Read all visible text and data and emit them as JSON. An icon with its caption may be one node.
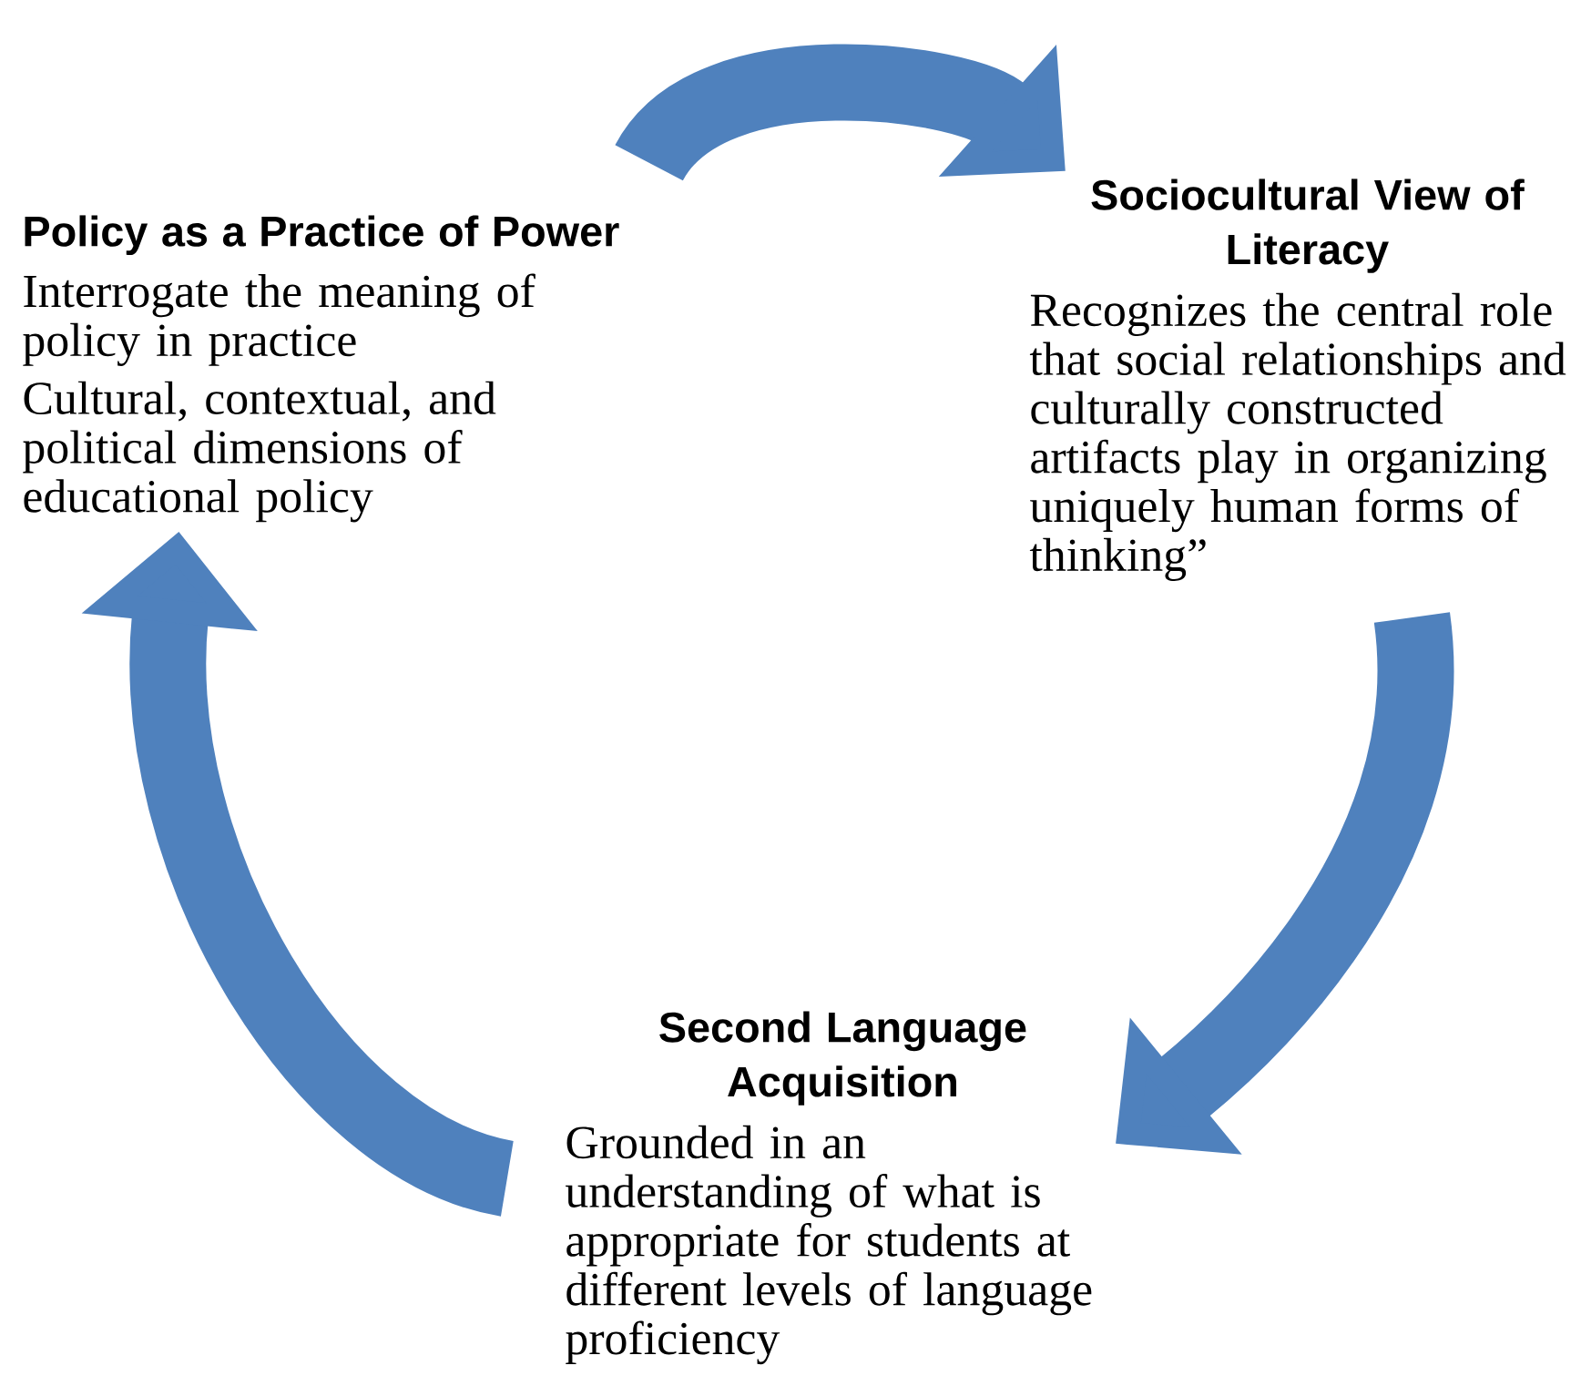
{
  "diagram": {
    "nodes": [
      {
        "text": [
          "Policy as a Practice of Power",
          "Interrogate the meaning of policy in practice",
          "Cultural, contextual, and political dimensions of educational policy"
        ]
      },
      {
        "text": [
          "Sociocultural View of Literacy",
          "Recognizes the central role that social relationships and culturally constructed artifacts play in organizing uniquely human forms of thinking”"
        ]
      },
      {
        "text": [
          "Second Language Acquisition",
          "Grounded in an understanding of what is appropriate for students at different levels of language proficiency"
        ]
      }
    ],
    "edges": [
      {
        "from": 0,
        "to": 1,
        "arrow": "to"
      },
      {
        "from": 1,
        "to": 2,
        "arrow": "to"
      },
      {
        "from": 2,
        "to": 0,
        "arrow": "to"
      }
    ]
  }
}
